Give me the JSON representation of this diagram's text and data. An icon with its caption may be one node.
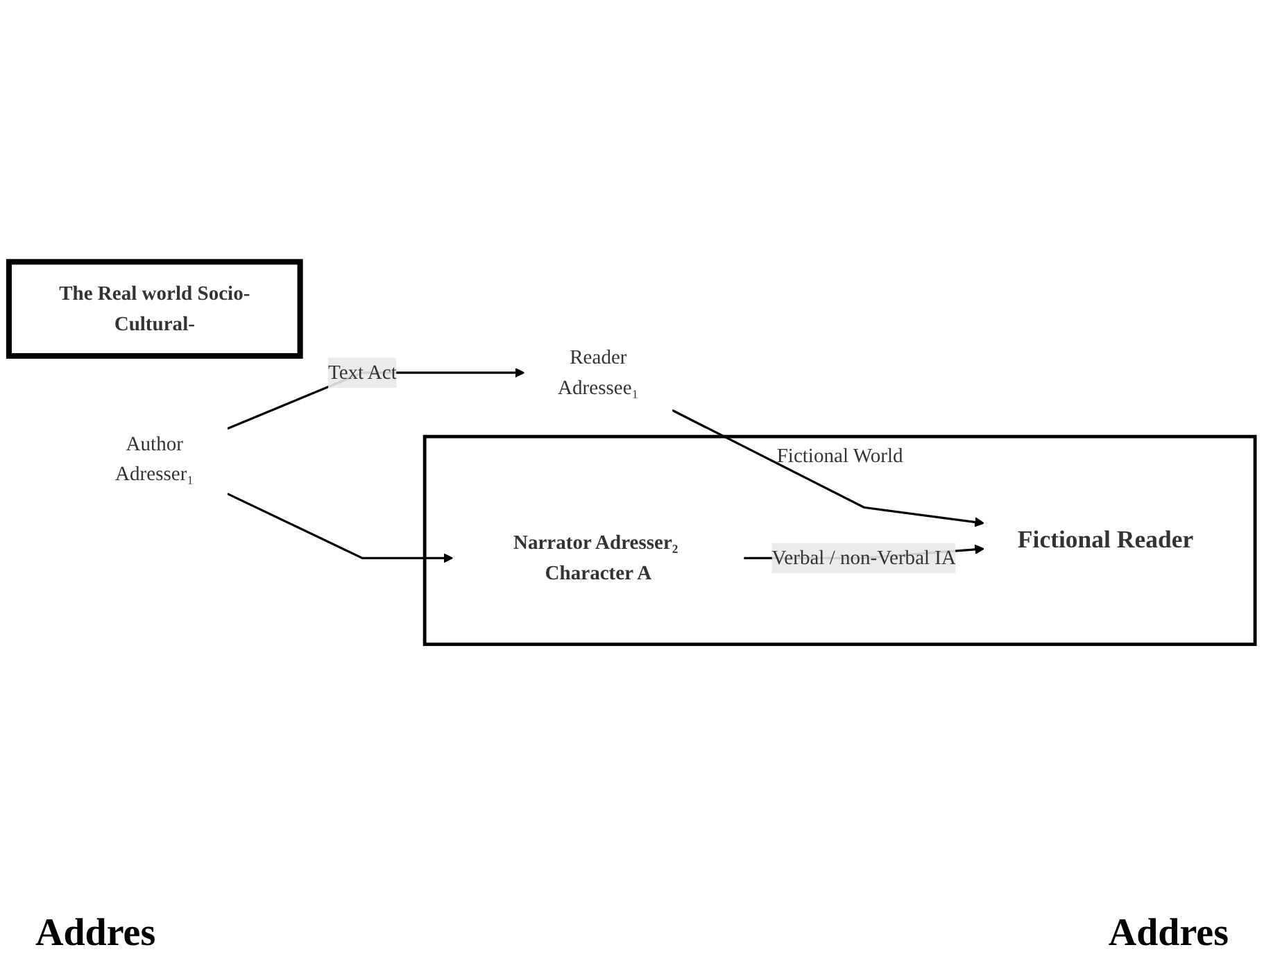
{
  "diagram": {
    "nodes": [
      {
        "text": [
          "The Real world Socio-Cultural-"
        ]
      },
      {
        "text": [
          "Author",
          "Adresser₁"
        ]
      },
      {
        "text": [
          "Reader",
          "Adressee₁"
        ]
      },
      {
        "text": [
          "Fictional World"
        ]
      },
      {
        "text": [
          "Narrator Adresser₂ Character A"
        ],
        "in": 3
      },
      {
        "text": [
          "Fictional Reader"
        ],
        "in": 3
      }
    ],
    "edges": [
      {
        "from": 1,
        "to": 2,
        "arrow": "to",
        "label": "Text Act"
      },
      {
        "from": 1,
        "to": 4,
        "arrow": "to"
      },
      {
        "from": 2,
        "to": 5,
        "arrow": "to"
      },
      {
        "from": 4,
        "to": 5,
        "arrow": "to",
        "label": "Verbal / non-Verbal IA"
      }
    ],
    "labels": [
      "Addres",
      "Addres"
    ]
  }
}
